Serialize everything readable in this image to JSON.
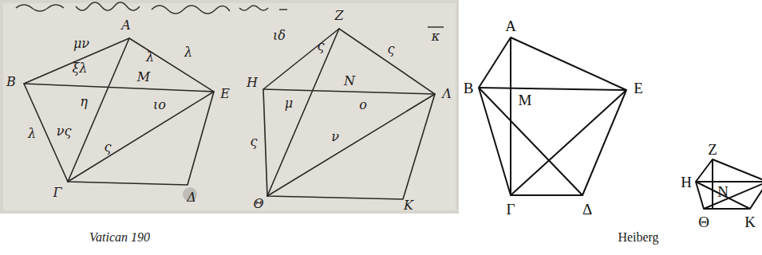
{
  "diagram": {
    "labels": [
      "Α",
      "Β",
      "Ε",
      "Γ",
      "Δ",
      "Μ",
      "μν",
      "ξλ",
      "λ",
      "λ",
      "η",
      "ιο",
      "λ",
      "νς",
      "ς",
      "ιδ",
      "Ζ",
      "ς",
      "ς",
      "κ",
      "Η",
      "Ν",
      "μ",
      "ο",
      "Λ",
      "ς",
      "ν",
      "Θ",
      "Κ",
      "Vatican 190",
      "Α",
      "Β",
      "Ε",
      "Μ",
      "Γ",
      "Δ",
      "Ζ",
      "Η",
      "Ν",
      "Θ",
      "Κ",
      "Heiberg"
    ]
  }
}
